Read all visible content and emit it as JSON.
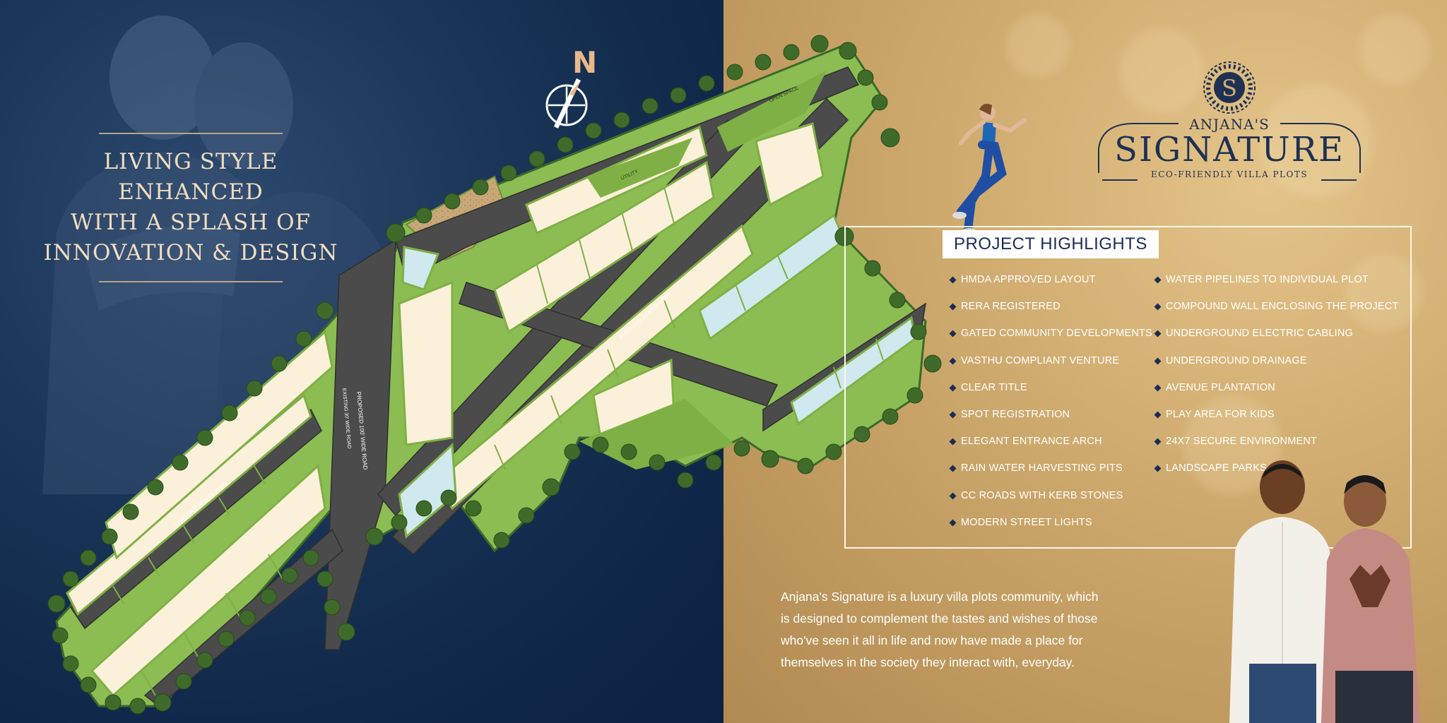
{
  "tagline": {
    "line1": "LIVING STYLE ENHANCED",
    "line2": "WITH A SPLASH OF",
    "line3": "INNOVATION & DESIGN"
  },
  "compass": {
    "label": "N"
  },
  "map": {
    "road_main": "PROPOSED 100' WIDE ROAD",
    "road_existing": "EXISTING 30' WIDE ROAD",
    "road_inner": "PROPOSED 30' WIDE ROAD",
    "open_space": "OPEN SPACE",
    "utility": "UTILITY"
  },
  "brand": {
    "logo_letter": "S",
    "prefix": "ANJANA'S",
    "name": "SIGNATURE",
    "tagline": "ECO-FRIENDLY VILLA PLOTS"
  },
  "highlights": {
    "title": "PROJECT HIGHLIGHTS",
    "left": [
      "HMDA APPROVED LAYOUT",
      "RERA REGISTERED",
      "GATED COMMUNITY DEVELOPMENTS",
      "VASTHU COMPLIANT VENTURE",
      "CLEAR TITLE",
      "SPOT REGISTRATION",
      "ELEGANT ENTRANCE ARCH",
      "RAIN WATER HARVESTING PITS",
      "CC ROADS WITH KERB STONES",
      "MODERN STREET LIGHTS"
    ],
    "right": [
      "WATER PIPELINES TO INDIVIDUAL PLOT",
      "COMPOUND WALL ENCLOSING THE PROJECT",
      "UNDERGROUND ELECTRIC CABLING",
      "UNDERGROUND DRAINAGE",
      "AVENUE PLANTATION",
      "PLAY AREA FOR KIDS",
      "24X7 SECURE ENVIRONMENT",
      "LANDSCAPE PARKS"
    ]
  },
  "description": {
    "line1": "Anjana's Signature is a  luxury villa plots community, which",
    "line2": "is designed to complement the tastes and wishes of those",
    "line3": "who've seen it all in life and now have made a place for",
    "line4": "themselves in the society they interact with, everyday."
  },
  "colors": {
    "navy": "#0f2748",
    "gold": "#d2ae72",
    "plot_cream": "#fbf0d9",
    "plot_blue": "#cfe9ee",
    "road": "#4a4a4a",
    "green": "#7fb045",
    "tree": "#3f6b2a"
  }
}
